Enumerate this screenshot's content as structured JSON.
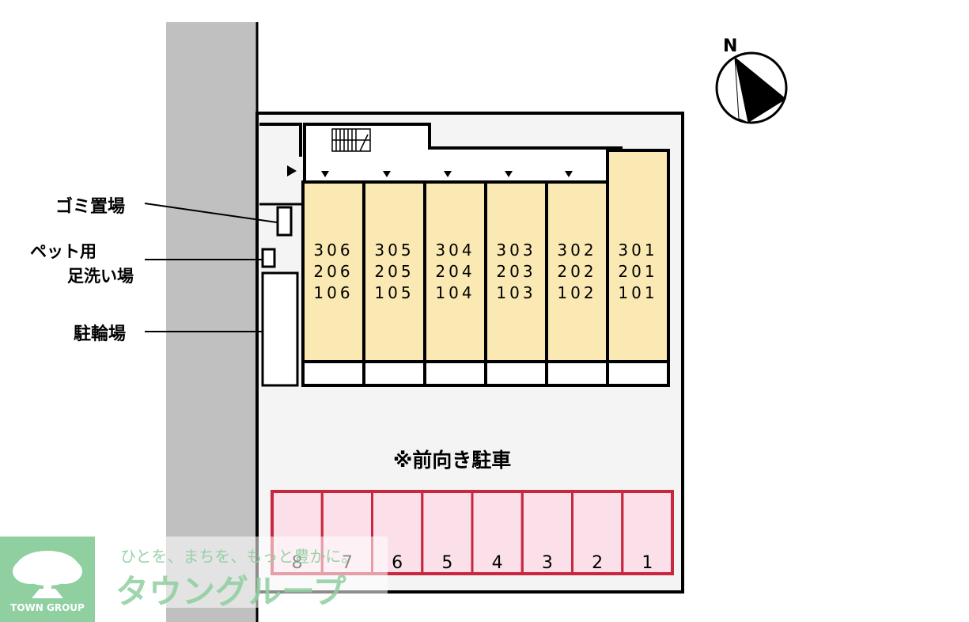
{
  "labels": {
    "garbage": "ゴミ置場",
    "pet_wash_line1": "ペット用",
    "pet_wash_line2": "足洗い場",
    "bicycle": "駐輪場",
    "parking_note": "※前向き駐車"
  },
  "compass": {
    "north": "N"
  },
  "units": [
    [
      "306",
      "206",
      "106"
    ],
    [
      "305",
      "205",
      "105"
    ],
    [
      "304",
      "204",
      "104"
    ],
    [
      "303",
      "203",
      "103"
    ],
    [
      "302",
      "202",
      "102"
    ],
    [
      "301",
      "201",
      "101"
    ]
  ],
  "parking_spaces": [
    "8",
    "7",
    "6",
    "5",
    "4",
    "3",
    "2",
    "1"
  ],
  "watermark": {
    "tagline": "ひとを、まちを、もっと豊かに。",
    "brand": "タウングループ",
    "logo_text": "TOWN GROUP"
  },
  "colors": {
    "road": "#c0c0c0",
    "site": "#f4f4f4",
    "unit_fill": "#fbe9b3",
    "parking_fill": "#fbe0ea",
    "parking_stroke": "#c8283f",
    "logo_green": "#8fcfa0"
  }
}
